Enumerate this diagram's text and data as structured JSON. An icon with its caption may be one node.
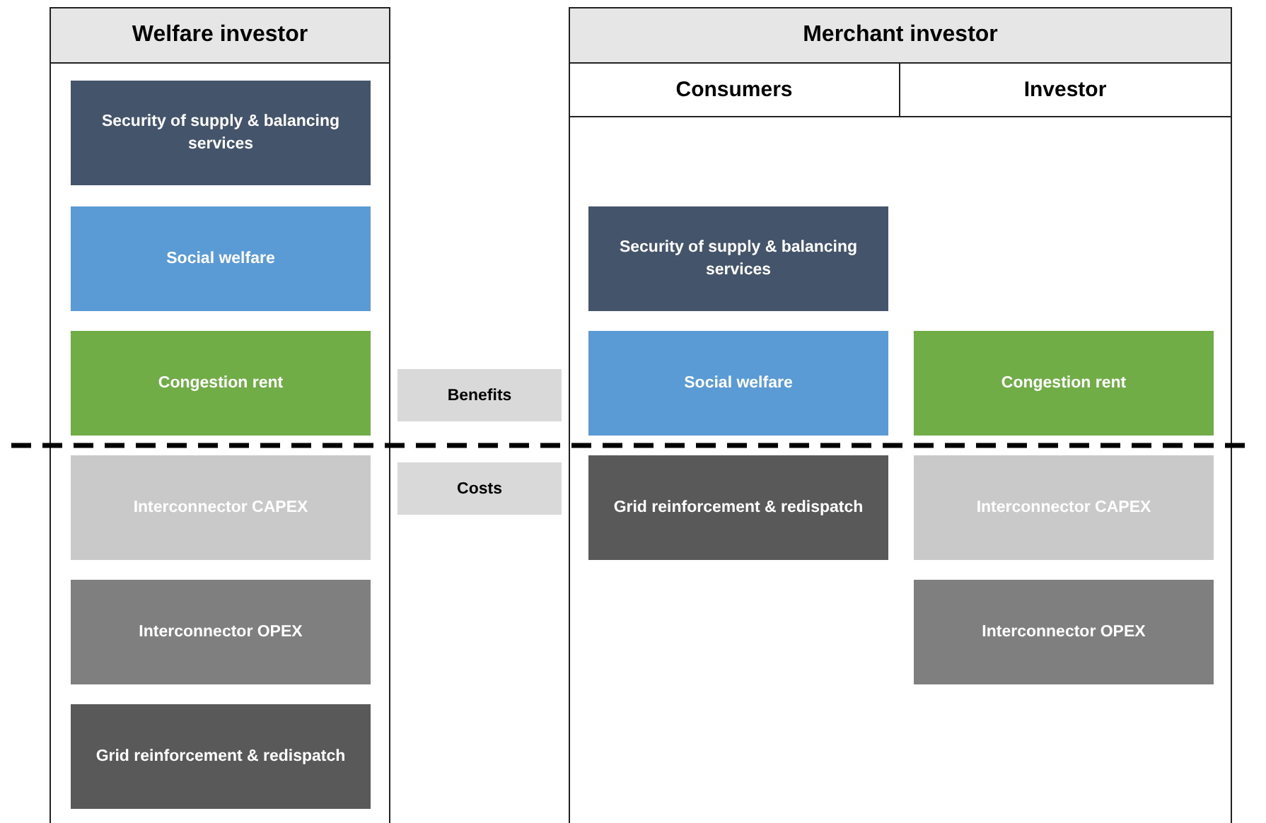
{
  "diagram": {
    "nodes": [
      {
        "text": [
          "Welfare investor"
        ]
      },
      {
        "text": [
          "Security of supply & balancing services"
        ],
        "in": 0
      },
      {
        "text": [
          "Social welfare"
        ],
        "in": 0
      },
      {
        "text": [
          "Congestion rent"
        ],
        "in": 0
      },
      {
        "text": [
          "Interconnector CAPEX"
        ],
        "in": 0
      },
      {
        "text": [
          "Interconnector OPEX"
        ],
        "in": 0
      },
      {
        "text": [
          "Grid reinforcement & redispatch"
        ],
        "in": 0
      },
      {
        "text": [
          "Benefits"
        ]
      },
      {
        "text": [
          "Costs"
        ]
      },
      {
        "text": [
          "Merchant investor"
        ]
      },
      {
        "text": [
          "Consumers"
        ],
        "in": 9
      },
      {
        "text": [
          "Investor"
        ],
        "in": 9
      },
      {
        "text": [
          "Security of supply & balancing services"
        ],
        "in": 10
      },
      {
        "text": [
          "Social welfare"
        ],
        "in": 10
      },
      {
        "text": [
          "Grid reinforcement & redispatch"
        ],
        "in": 10
      },
      {
        "text": [
          "Congestion rent"
        ],
        "in": 11
      },
      {
        "text": [
          "Interconnector CAPEX"
        ],
        "in": 11
      },
      {
        "text": [
          "Interconnector OPEX"
        ],
        "in": 11
      }
    ],
    "edges": []
  }
}
